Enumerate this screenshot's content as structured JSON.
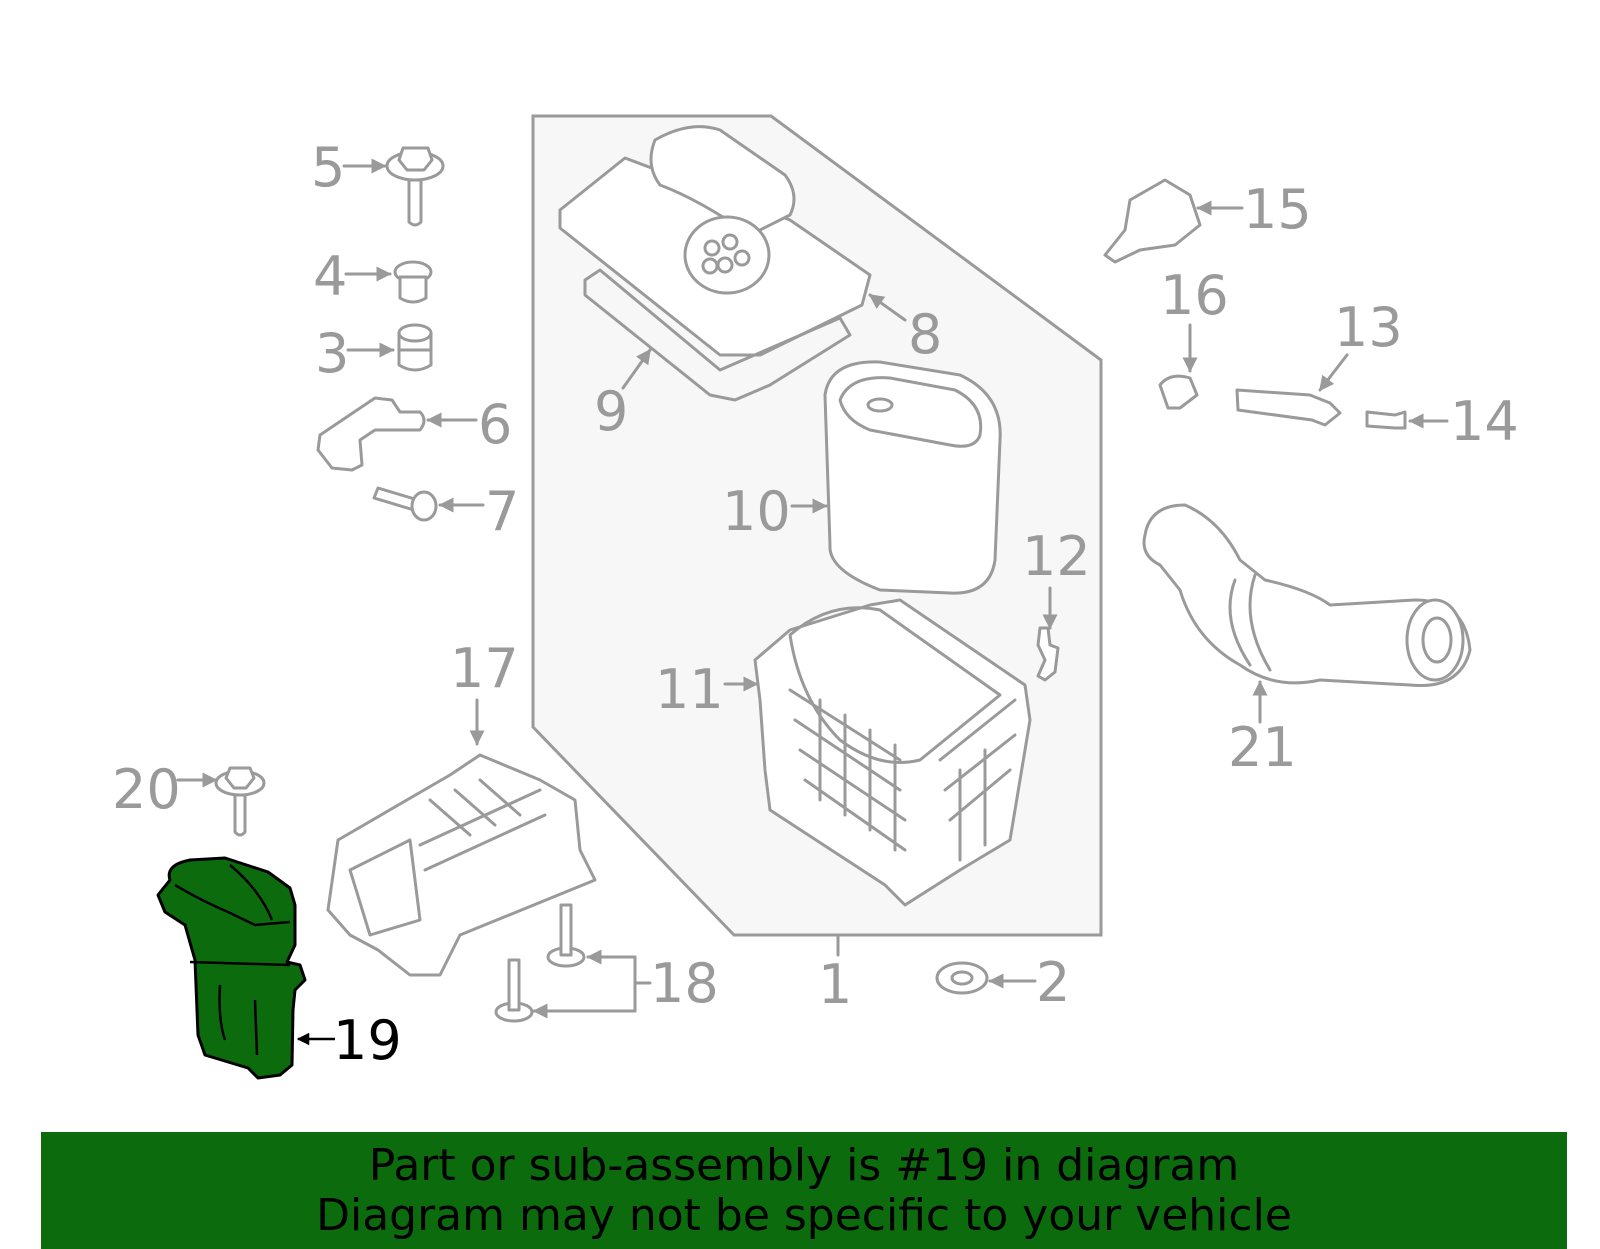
{
  "callouts": {
    "c1": "1",
    "c2": "2",
    "c3": "3",
    "c4": "4",
    "c5": "5",
    "c6": "6",
    "c7": "7",
    "c8": "8",
    "c9": "9",
    "c10": "10",
    "c11": "11",
    "c12": "12",
    "c13": "13",
    "c14": "14",
    "c15": "15",
    "c16": "16",
    "c17": "17",
    "c18": "18",
    "c19": "19",
    "c20": "20",
    "c21": "21"
  },
  "highlighted_part": "19",
  "colors": {
    "highlight": "#0c6b0c",
    "line": "#9a9a9a",
    "panel": "#f7f7f7"
  },
  "banner": {
    "line1": "Part or sub-assembly is #19 in diagram",
    "line2": "Diagram may not be specific to your vehicle"
  }
}
